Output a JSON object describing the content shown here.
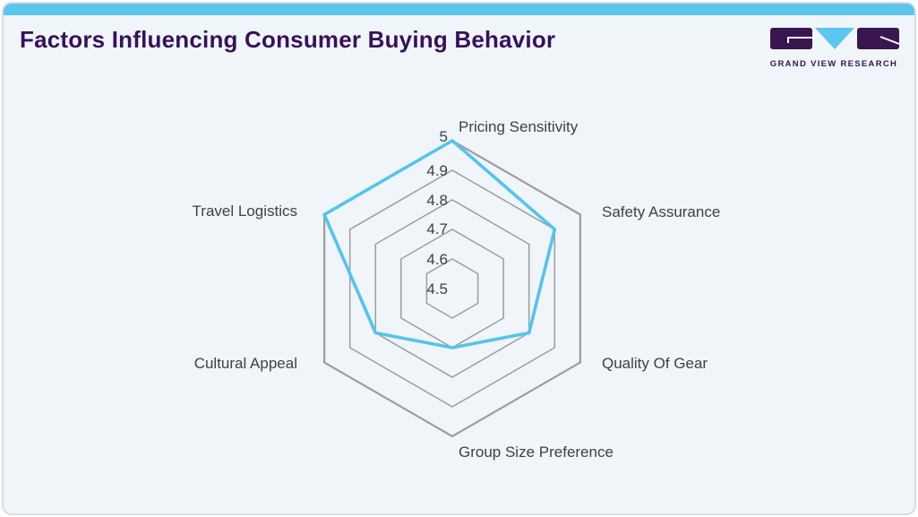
{
  "header": {
    "title": "Factors Influencing Consumer Buying Behavior",
    "logo_text": "GRAND VIEW RESEARCH"
  },
  "colors": {
    "accent_strip_blue": "#5cc6ee",
    "brand_purple": "#3a1650",
    "title_purple": "#38115a",
    "card_background": "#eff5f9",
    "series_stroke_blue": "#56c3ec",
    "grid_stroke_gray": "#9b9da0",
    "label_text": "#3d3f49"
  },
  "chart_data": {
    "type": "radar",
    "title": "Factors Influencing Consumer Buying Behavior",
    "categories": [
      "Pricing Sensitivity",
      "Safety Assurance",
      "Quality Of Gear",
      "Group Size Preference",
      "Cultural Appeal",
      "Travel Logistics"
    ],
    "values": [
      5.0,
      4.9,
      4.8,
      4.7,
      4.8,
      5.0
    ],
    "radial_ticks": [
      "4.5",
      "4.6",
      "4.7",
      "4.8",
      "4.9",
      "5"
    ],
    "ring_levels": [
      4.6,
      4.7,
      4.8,
      4.9,
      5.0
    ],
    "radial_range": [
      4.5,
      5.0
    ],
    "axes_order": "clockwise starting at top",
    "grid": "concentric hexagons, no radial spokes",
    "legend": "none"
  }
}
